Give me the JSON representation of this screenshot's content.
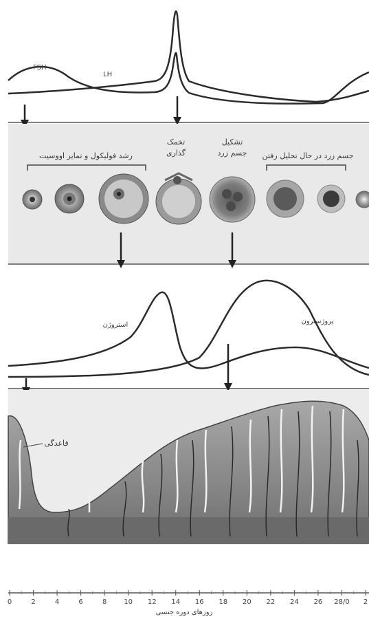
{
  "hormones": {
    "fsh_label": "FSH",
    "lh_label": "LH"
  },
  "ovary": {
    "follicle_growth_label": "رشد فولیکول و تمایز اووسیت",
    "ovulation_label_1": "تخمک",
    "ovulation_label_2": "گذاری",
    "corpus_luteum_label_1": "تشکیل",
    "corpus_luteum_label_2": "جسم زرد",
    "regressing_label": "جسم زرد در حال تحلیل رفتن"
  },
  "ovarian_hormones": {
    "estrogen_label": "استروژن",
    "progesterone_label": "پروژسترون"
  },
  "uterus": {
    "basal_label": "قاعدگی"
  },
  "axis": {
    "ticks": [
      "0",
      "2",
      "4",
      "6",
      "8",
      "10",
      "12",
      "14",
      "16",
      "18",
      "20",
      "22",
      "24",
      "26",
      "28/0",
      "2"
    ],
    "label": "روزهای دوره جنسی"
  },
  "colors": {
    "line": "#2b2b2b",
    "band": "#e9e9e9",
    "endometrium": "#9a9a9a"
  }
}
